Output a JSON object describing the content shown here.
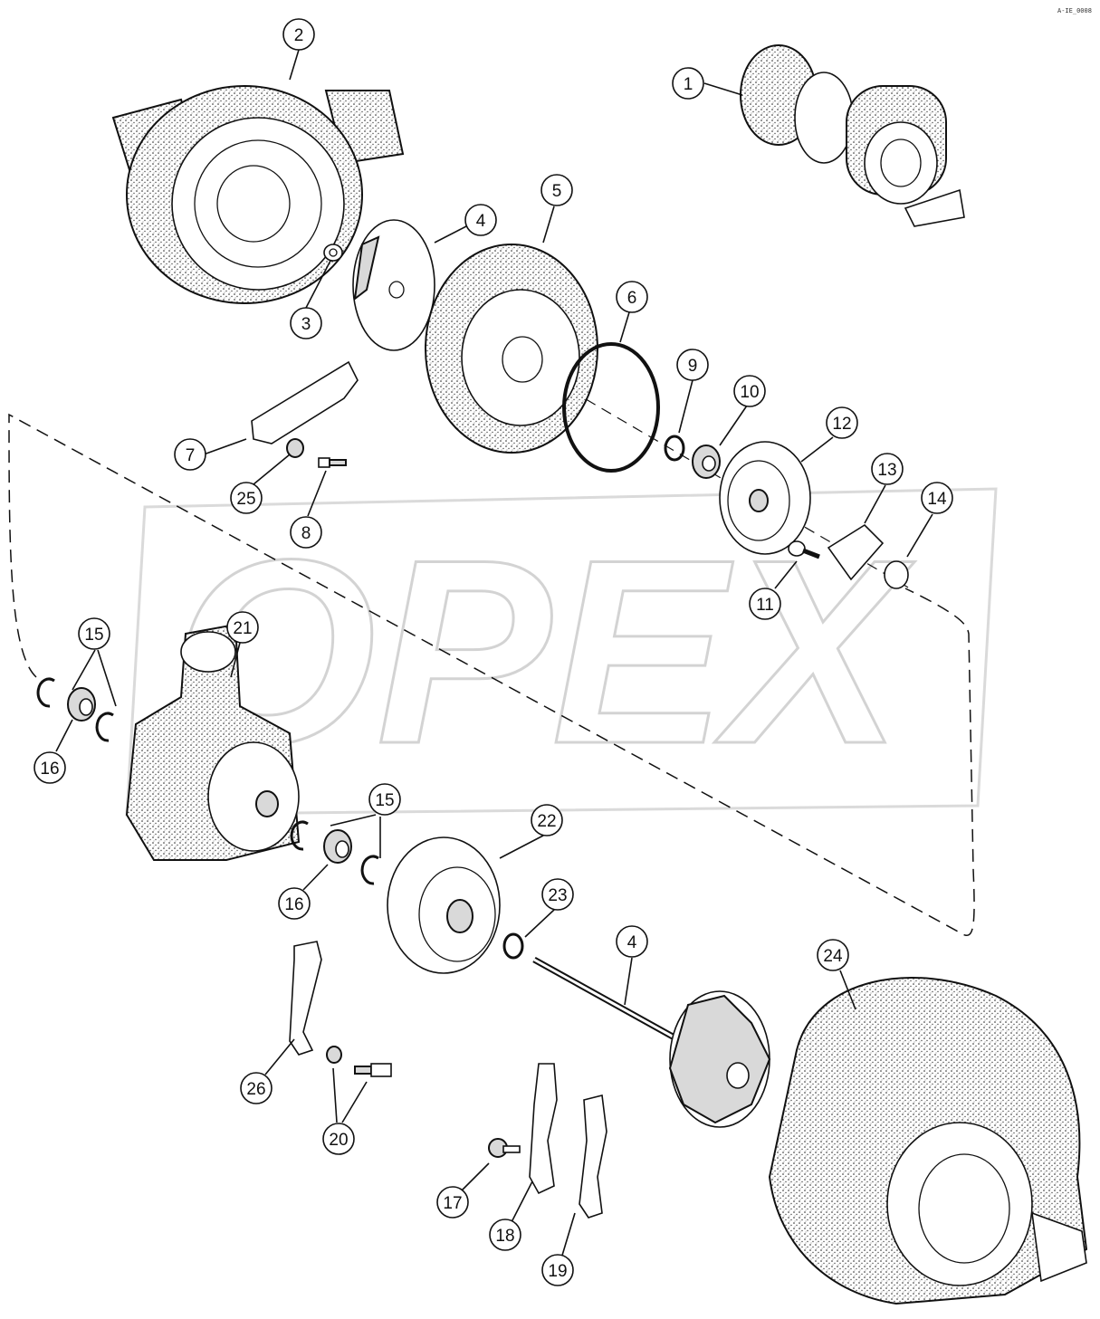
{
  "diagram_code": "A-IE_0008",
  "watermark": "OPEX",
  "callouts": [
    "1",
    "2",
    "3",
    "4",
    "5",
    "6",
    "7",
    "8",
    "9",
    "10",
    "11",
    "12",
    "13",
    "14",
    "15",
    "16",
    "21",
    "15",
    "16",
    "22",
    "23",
    "4",
    "24",
    "25",
    "26",
    "20",
    "17",
    "18",
    "19"
  ]
}
